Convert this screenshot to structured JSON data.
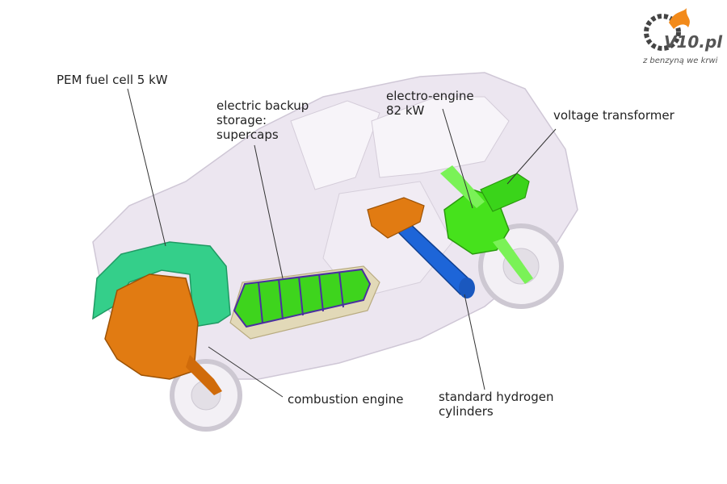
{
  "logo": {
    "name": "V10.pl",
    "tagline": "z benzyną we krwi"
  },
  "labels": {
    "fuel_cell": "PEM fuel cell 5 kW",
    "backup_storage": "electric backup\nstorage:\nsupercaps",
    "electro_engine": "electro-engine\n82 kW",
    "voltage_transformer": "voltage transformer",
    "combustion_engine": "combustion engine",
    "hydrogen_cylinders": "standard hydrogen\ncylinders"
  },
  "colors": {
    "car_body": "#e9e3ee",
    "car_outline": "#cfc7d6",
    "wheel": "#dcd8df",
    "fuel_cell": "#2fd087",
    "engine": "#e07a10",
    "supercaps": "#3bd61a",
    "supercap_bands": "#4b2fa0",
    "hydrogen": "#1b63d6",
    "electro_motor": "#44e21a",
    "leader_line": "#333333"
  }
}
